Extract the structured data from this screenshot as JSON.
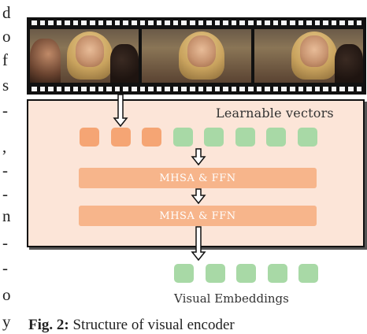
{
  "margin_fragments": [
    "d",
    "o",
    "f",
    "s",
    "-",
    ",",
    "-",
    "-",
    "n",
    "-",
    "-",
    "o",
    "y"
  ],
  "film_frames": [
    {
      "label": ""
    },
    {
      "label": ""
    },
    {
      "label": ""
    }
  ],
  "encoder": {
    "title": "Learnable vectors",
    "orange_tokens": 3,
    "green_tokens": 5,
    "blocks": [
      {
        "label": "MHSA & FFN"
      },
      {
        "label": "MHSA & FFN"
      }
    ]
  },
  "output": {
    "tokens": 5,
    "label": "Visual Embeddings"
  },
  "caption": {
    "fig_label": "Fig. 2:",
    "text": "Structure of visual encoder"
  },
  "colors": {
    "encoder_bg": "#fce5d8",
    "orange_token": "#f5a574",
    "green_token": "#a8d9a6",
    "block": "#f7b58b"
  }
}
